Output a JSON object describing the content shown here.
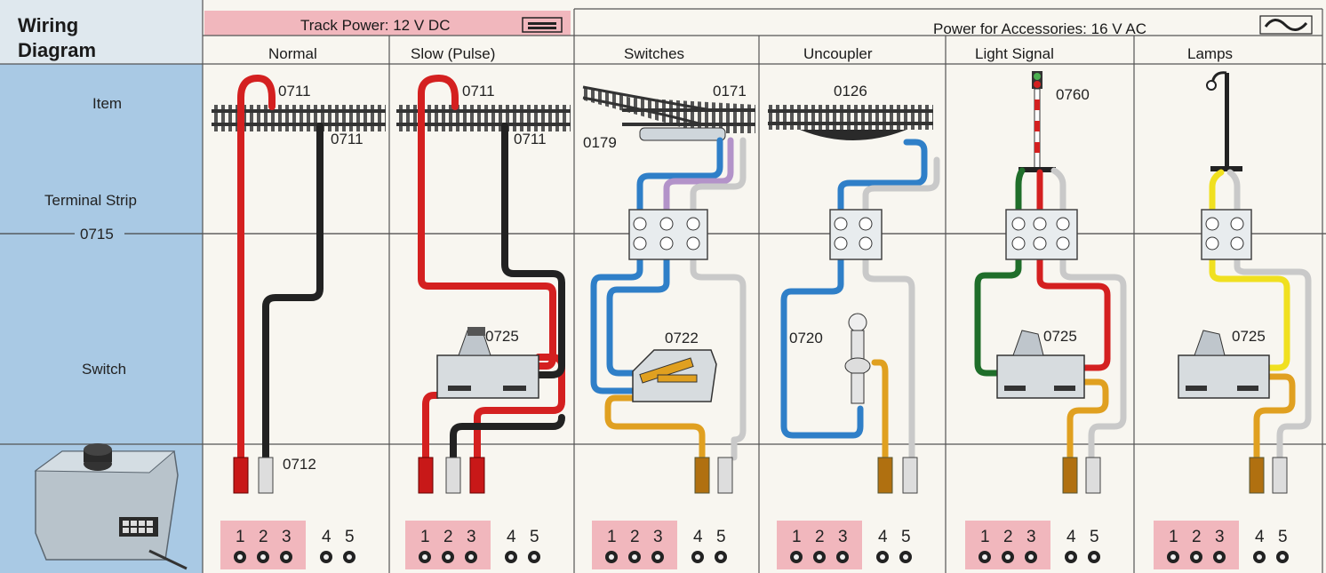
{
  "title_line1": "Wiring",
  "title_line2": "Diagram",
  "track_power": "Track Power: 12 V  DC",
  "accessory_power": "Power for Accessories: 16 V  AC",
  "columns": [
    "Normal",
    "Slow  (Pulse)",
    "Switches",
    "Uncoupler",
    "Light  Signal",
    "Lamps"
  ],
  "rows": {
    "item": "Item",
    "terminal_strip": "Terminal  Strip",
    "terminal_strip_code": "0715",
    "switch": "Switch"
  },
  "labels": {
    "normal_track_a": "0711",
    "normal_track_b": "0711",
    "slow_track_a": "0711",
    "slow_track_b": "0711",
    "switches_track": "0171",
    "switches_motor": "0179",
    "uncoupler_item": "0126",
    "signal_item": "0760",
    "normal_plug": "0712",
    "slow_switch": "0725",
    "switches_switch": "0722",
    "uncoupler_switch": "0720",
    "signal_switch": "0725",
    "lamps_switch": "0725"
  },
  "terminals": [
    "1",
    "2",
    "3",
    "4",
    "5"
  ],
  "colors": {
    "header_pink": "#f1b7bd",
    "left_blue": "#a9c9e4",
    "wire_red": "#d42020",
    "wire_black": "#222222",
    "wire_blue": "#2f7fc8",
    "wire_grey": "#c9c9c9",
    "wire_purple": "#b393c9",
    "wire_orange": "#e0a020",
    "wire_green": "#1f6e2a",
    "wire_yellow": "#f0e020"
  }
}
